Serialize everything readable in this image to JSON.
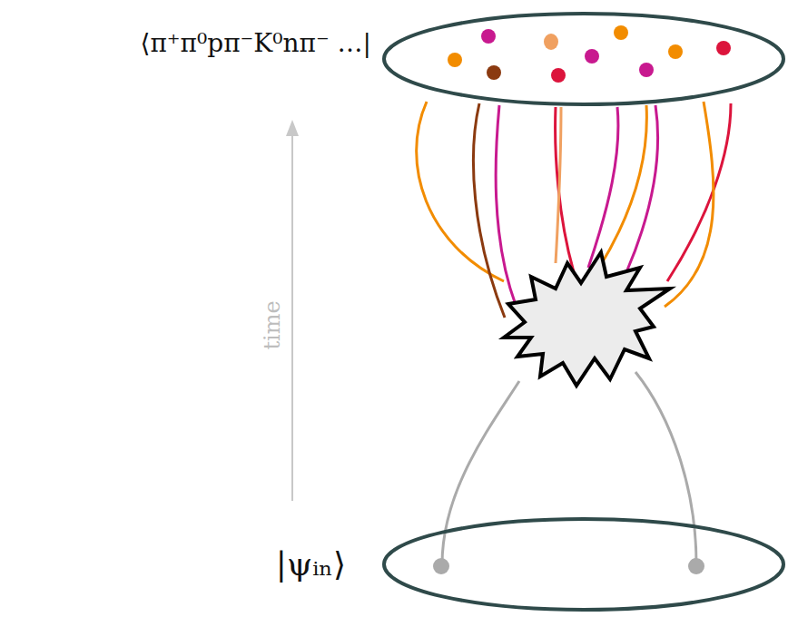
{
  "diagram": {
    "nodes": [
      {
        "text": [
          "⟨π⁺π⁰pπ⁻K⁰nπ⁻ …|"
        ]
      },
      {
        "text": [
          "|ψᵢₙ⟩"
        ]
      }
    ],
    "labels": [
      "time"
    ]
  }
}
